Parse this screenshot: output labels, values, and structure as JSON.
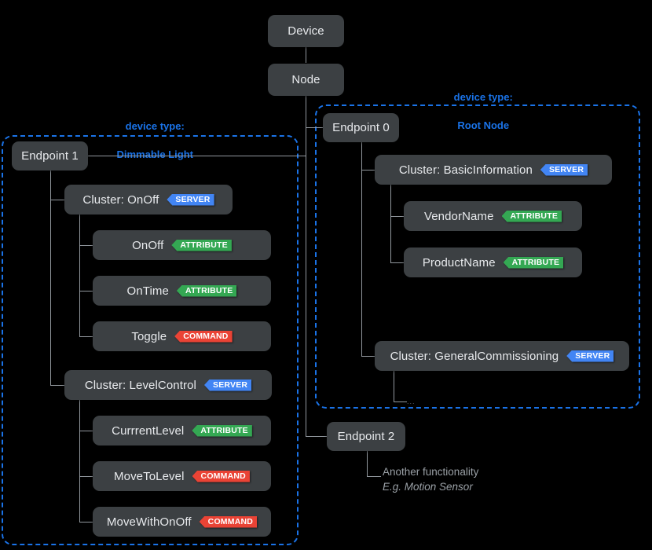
{
  "diagram": {
    "title_nodes": {
      "device": "Device",
      "node": "Node"
    },
    "regions": [
      {
        "id": "dimmable-light",
        "label_line1": "device type:",
        "label_line2": "Dimmable Light",
        "color": "#1a73e8"
      },
      {
        "id": "root-node",
        "label_line1": "device type:",
        "label_line2": "Root Node",
        "color": "#1a73e8"
      }
    ],
    "endpoints": [
      {
        "id": "endpoint-0",
        "label": "Endpoint 0"
      },
      {
        "id": "endpoint-1",
        "label": "Endpoint 1"
      },
      {
        "id": "endpoint-2",
        "label": "Endpoint 2"
      }
    ],
    "clusters": [
      {
        "id": "cluster-onoff",
        "label": "Cluster: OnOff",
        "badge": "SERVER",
        "badge_kind": "server"
      },
      {
        "id": "cluster-levelcontrol",
        "label": "Cluster: LevelControl",
        "badge": "SERVER",
        "badge_kind": "server"
      },
      {
        "id": "cluster-basicinformation",
        "label": "Cluster: BasicInformation",
        "badge": "SERVER",
        "badge_kind": "server"
      },
      {
        "id": "cluster-generalcommissioning",
        "label": "Cluster: GeneralCommissioning",
        "badge": "SERVER",
        "badge_kind": "server"
      }
    ],
    "members": [
      {
        "id": "onoff-attr",
        "label": "OnOff",
        "badge": "ATTRIBUTE",
        "badge_kind": "attribute"
      },
      {
        "id": "ontime-attr",
        "label": "OnTime",
        "badge": "ATTRIBUTE",
        "badge_kind": "attribute"
      },
      {
        "id": "toggle-cmd",
        "label": "Toggle",
        "badge": "COMMAND",
        "badge_kind": "command"
      },
      {
        "id": "currrentlevel-attr",
        "label": "CurrrentLevel",
        "badge": "ATTRIBUTE",
        "badge_kind": "attribute"
      },
      {
        "id": "movetolevel-cmd",
        "label": "MoveToLevel",
        "badge": "COMMAND",
        "badge_kind": "command"
      },
      {
        "id": "movewithonoff-cmd",
        "label": "MoveWithOnOff",
        "badge": "COMMAND",
        "badge_kind": "command"
      },
      {
        "id": "vendorname-attr",
        "label": "VendorName",
        "badge": "ATTRIBUTE",
        "badge_kind": "attribute"
      },
      {
        "id": "productname-attr",
        "label": "ProductName",
        "badge": "ATTRIBUTE",
        "badge_kind": "attribute"
      }
    ],
    "annotations": {
      "endpoint2_line1": "Another functionality",
      "endpoint2_line2": "E.g. Motion Sensor",
      "generalcommissioning_more": "..."
    },
    "colors": {
      "background": "#000000",
      "node_fill": "#3c4043",
      "node_text": "#e8eaed",
      "connector": "#9aa0a6",
      "region_border": "#1a73e8",
      "badge_server": "#4285f4",
      "badge_attribute": "#34a853",
      "badge_command": "#ea4335",
      "annotation_text": "#9aa0a6"
    }
  }
}
